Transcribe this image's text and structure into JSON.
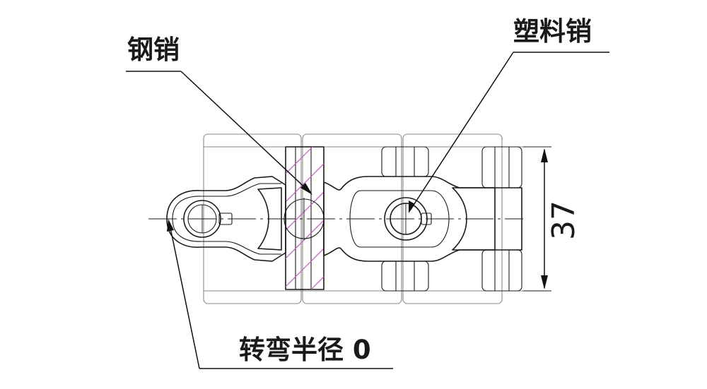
{
  "diagram": {
    "labels": {
      "steel_pin": "钢销",
      "plastic_pin": "塑料销",
      "turn_radius": "转弯半径 0",
      "dimension": "37"
    },
    "colors": {
      "outline": "#1a1a1a",
      "plate_outline": "#8a8a8a",
      "pin_hatch": "#c060c0",
      "background": "#ffffff"
    }
  }
}
